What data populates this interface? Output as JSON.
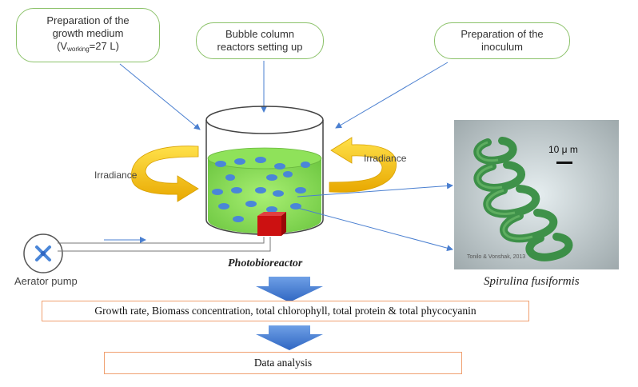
{
  "boxes": {
    "growth_medium": {
      "line1": "Preparation of the",
      "line2": "growth medium",
      "line3_prefix": "(V",
      "line3_sub": "working",
      "line3_suffix": "=27 L)"
    },
    "reactors": {
      "line1": "Bubble column",
      "line2": "reactors  setting up"
    },
    "inoculum": {
      "line1": "Preparation of the",
      "line2": "inoculum"
    }
  },
  "labels": {
    "irradiance_left": "Irradiance",
    "irradiance_right": "Irradiance",
    "photobioreactor": "Photobioreactor",
    "aerator_pump": "Aerator pump",
    "spirulina": "Spirulina fusiformis",
    "scale_bar": "10 μ m",
    "photo_credit": "Tonilo & Vonshak, 2013"
  },
  "results": {
    "measurements": "Growth rate, Biomass concentration, total chlorophyll, total protein & total phycocyanin",
    "analysis": "Data analysis"
  },
  "colors": {
    "box_border": "#8cc26a",
    "result_border": "#f0a070",
    "arrow_blue": "#4a7fd0",
    "medium_green": "#7ed957",
    "bubble_blue": "#4a86d8",
    "irradiance_yellow": "#f5c400",
    "aerator_red": "#cc1111"
  }
}
